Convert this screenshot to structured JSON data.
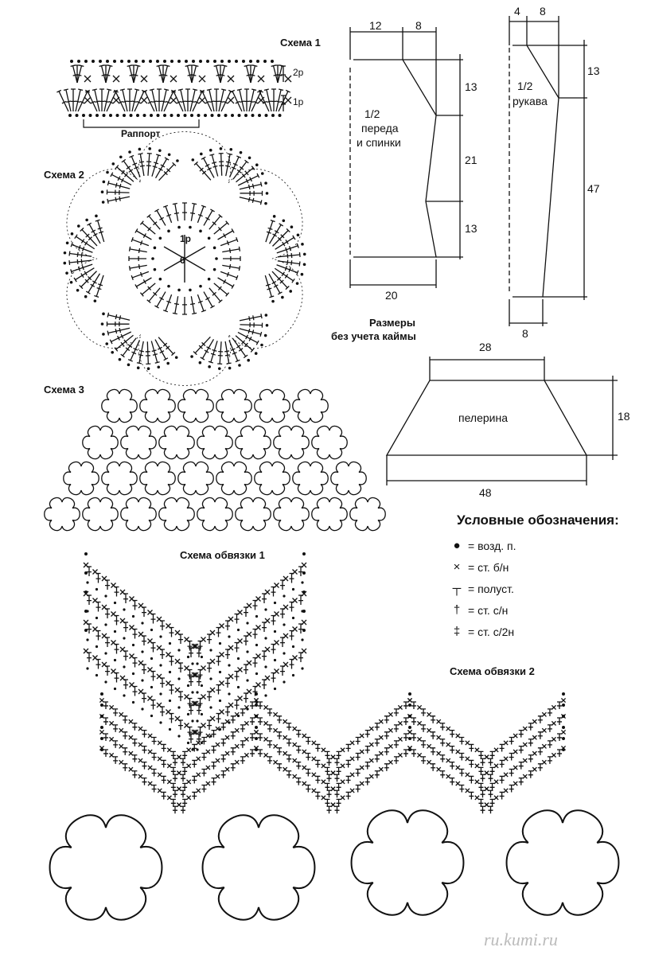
{
  "labels": {
    "schema1": "Схема 1",
    "schema2": "Схема 2",
    "schema3": "Схема 3",
    "trim1": "Схема обвязки 1",
    "trim2": "Схема обвязки 2",
    "rapport": "Раппорт",
    "row2": "2р",
    "row1": "1р",
    "center_row": "1р",
    "center_num": "6",
    "sizes_note_1": "Размеры",
    "sizes_note_2": "без учета каймы",
    "front_1": "1/2",
    "front_2": "переда",
    "front_3": "и спинки",
    "sleeve_1": "1/2",
    "sleeve_2": "рукава",
    "cape": "пелерина",
    "watermark": "ru.kumi.ru"
  },
  "dimensions": {
    "front": {
      "top_left": "12",
      "top_right": "8",
      "right_1": "13",
      "right_2": "21",
      "right_3": "13",
      "bottom": "20"
    },
    "sleeve": {
      "top_left": "4",
      "top_right": "8",
      "right_1": "13",
      "right_2": "47",
      "bottom": "8"
    },
    "cape": {
      "top": "28",
      "right": "18",
      "bottom": "48"
    }
  },
  "legend": {
    "title": "Условные обозначения:",
    "items": [
      {
        "symbol": "●",
        "text": "= возд. п."
      },
      {
        "symbol": "×",
        "text": "= ст. б/н"
      },
      {
        "symbol": "┬",
        "text": "= полуст."
      },
      {
        "symbol": "†",
        "text": "= ст. с/н"
      },
      {
        "symbol": "‡",
        "text": "= ст. с/2н"
      }
    ]
  }
}
